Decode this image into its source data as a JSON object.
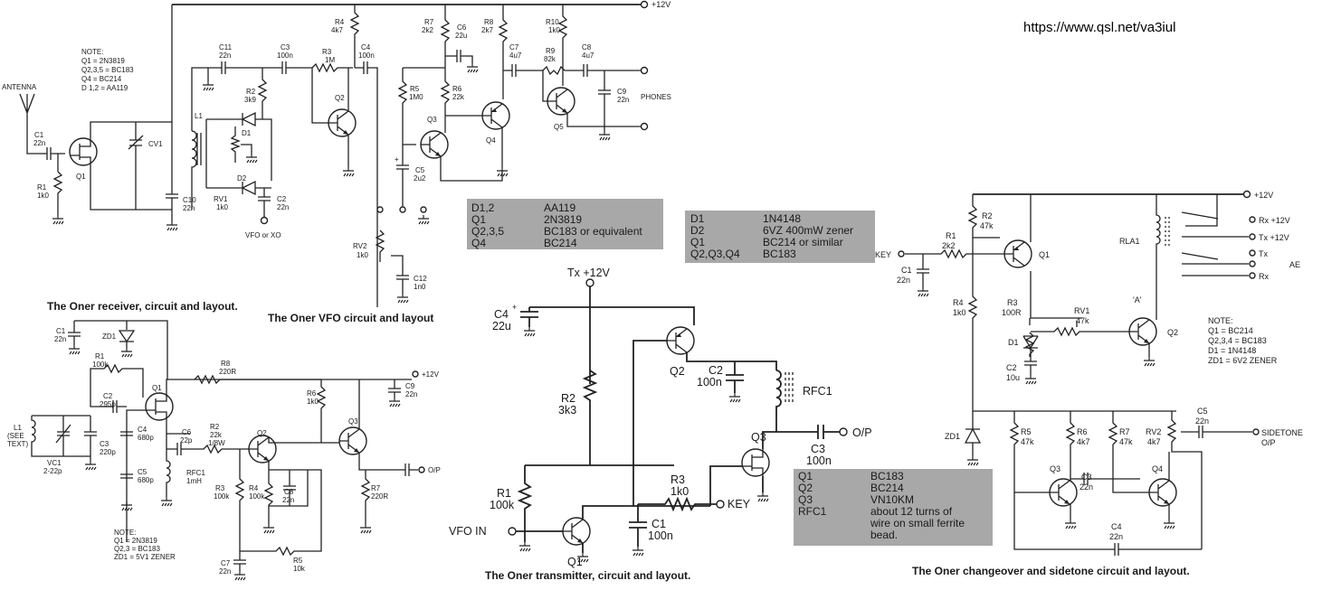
{
  "url": "https://www.qsl.net/va3iul",
  "receiver": {
    "caption": "The Oner receiver, circuit and layout.",
    "note": [
      "NOTE:",
      "Q1 = 2N3819",
      "Q2,3,5 = BC183",
      "Q4 = BC214",
      "D 1,2 = AA119"
    ],
    "antenna": "ANTENNA",
    "c1": [
      "C1",
      "22n"
    ],
    "r1": [
      "R1",
      "1k0"
    ],
    "q1": "Q1",
    "cv1": "CV1",
    "l1": "L1",
    "c10": [
      "C10",
      "22n"
    ],
    "c11": [
      "C11",
      "22n"
    ],
    "r2": [
      "R2",
      "3k9"
    ],
    "d1": "D1",
    "d2": "D2",
    "rv1": [
      "RV1",
      "1k0"
    ],
    "c2": [
      "C2",
      "22n"
    ],
    "vfo": "VFO or XO",
    "c3": [
      "C3",
      "100n"
    ],
    "r3": [
      "R3",
      "1M"
    ],
    "c4": [
      "C4",
      "100n"
    ],
    "r4": [
      "R4",
      "4k7"
    ],
    "q2": "Q2",
    "r5": [
      "R5",
      "1M0"
    ],
    "c5": [
      "C5",
      "2u2"
    ],
    "rv2": [
      "RV2",
      "1k0"
    ],
    "c12": [
      "C12",
      "1n0"
    ],
    "r7": [
      "R7",
      "2k2"
    ],
    "c6": [
      "C6",
      "22u"
    ],
    "r8": [
      "R8",
      "2k7"
    ],
    "r6": [
      "R6",
      "22k"
    ],
    "q3": "Q3",
    "q4": "Q4",
    "c7": [
      "C7",
      "4u7"
    ],
    "r10": [
      "R10",
      "1k0"
    ],
    "r9": [
      "R9",
      "82k"
    ],
    "c8": [
      "C8",
      "4u7"
    ],
    "q5": "Q5",
    "c9": [
      "C9",
      "22n"
    ],
    "phones": "PHONES",
    "supply": "+12V"
  },
  "vfo": {
    "caption": "The Oner VFO circuit and layout",
    "note": [
      "NOTE:",
      "Q1 = 2N3819",
      "Q2,3 = BC183",
      "ZD1 = 5V1 ZENER"
    ],
    "c1": [
      "C1",
      "22n"
    ],
    "zd1": "ZD1",
    "r1": [
      "R1",
      "100k"
    ],
    "q1": "Q1",
    "vc1": [
      "VC1",
      "2-22p"
    ],
    "l1": [
      "L1",
      "(SEE",
      "TEXT)"
    ],
    "c2": [
      "C2",
      "295p"
    ],
    "c3": [
      "C3",
      "220p"
    ],
    "c4": [
      "C4",
      "680p"
    ],
    "c5": [
      "C5",
      "680p"
    ],
    "c6": [
      "C6",
      "22p"
    ],
    "r2": [
      "R2",
      "22k",
      "1/8W"
    ],
    "rfc1": [
      "RFC1",
      "1mH"
    ],
    "r8": [
      "R8",
      "220R"
    ],
    "r6": [
      "R6",
      "1k0"
    ],
    "q2": "Q2",
    "q3": "Q3",
    "r3": [
      "R3",
      "100k"
    ],
    "r4": [
      "R4",
      "100k"
    ],
    "c8": [
      "C8",
      "22n"
    ],
    "r7": [
      "R7",
      "220R"
    ],
    "c9": [
      "C9",
      "22n"
    ],
    "c7": [
      "C7",
      "22n"
    ],
    "r5": [
      "R5",
      "10k"
    ],
    "supply": "+12V",
    "out": "O/P"
  },
  "table_rx": [
    [
      "D1,2",
      "AA119"
    ],
    [
      "Q1",
      "2N3819"
    ],
    [
      "Q2,3,5",
      "BC183 or equivalent"
    ],
    [
      "Q4",
      "BC214"
    ]
  ],
  "table_cs": [
    [
      "D1",
      "1N4148"
    ],
    [
      "D2",
      "6VZ 400mW zener"
    ],
    [
      "Q1",
      "BC214 or similar"
    ],
    [
      "Q2,Q3,Q4",
      "BC183"
    ]
  ],
  "table_tx": [
    [
      "Q1",
      "BC183"
    ],
    [
      "Q2",
      "BC214"
    ],
    [
      "Q3",
      "VN10KM"
    ],
    [
      "RFC1",
      "about 12 turns of"
    ],
    [
      "",
      "wire on small ferrite"
    ],
    [
      "",
      "bead."
    ]
  ],
  "transmitter": {
    "caption": "The Oner transmitter, circuit and layout.",
    "supply": "Tx +12V",
    "c4": [
      "C4",
      "22u"
    ],
    "r2": [
      "R2",
      "3k3"
    ],
    "q2": "Q2",
    "c2": [
      "C2",
      "100n"
    ],
    "rfc1": "RFC1",
    "q3": "Q3",
    "c3": [
      "C3",
      "100n"
    ],
    "out": "O/P",
    "r1": [
      "R1",
      "100k"
    ],
    "r3": [
      "R3",
      "1k0"
    ],
    "key": "KEY",
    "q1": "Q1",
    "c1": [
      "C1",
      "100n"
    ],
    "vfo_in": "VFO IN"
  },
  "changeover": {
    "caption": "The Oner changeover and sidetone circuit and layout.",
    "note": [
      "NOTE:",
      "Q1 = BC214",
      "Q2,3,4 = BC183",
      "D1 = 1N4148",
      "ZD1 = 6V2 ZENER"
    ],
    "supply": "+12V",
    "r2": [
      "R2",
      "47k"
    ],
    "r1": [
      "R1",
      "2k2"
    ],
    "key": "KEY",
    "c1": [
      "C1",
      "22n"
    ],
    "q1": "Q1",
    "rla1": "RLA1",
    "rx12": "Rx +12V",
    "tx12": "Tx +12V",
    "tx": "Tx",
    "ae": "AE",
    "rx": "Rx",
    "a": "'A'",
    "r4": [
      "R4",
      "1k0"
    ],
    "r3": [
      "R3",
      "100R"
    ],
    "rv1": [
      "RV1",
      "47k"
    ],
    "q2": "Q2",
    "d1": "D1",
    "c2": [
      "C2",
      "10u"
    ],
    "zd1": "ZD1",
    "r5": [
      "R5",
      "47k"
    ],
    "r6": [
      "R6",
      "4k7"
    ],
    "r7": [
      "R7",
      "47k"
    ],
    "rv2": [
      "RV2",
      "4k7"
    ],
    "c5": [
      "C5",
      "22n"
    ],
    "sidetone": [
      "SIDETONE",
      "O/P"
    ],
    "q3": "Q3",
    "c3": [
      "C3",
      "22n"
    ],
    "q4": "Q4",
    "c4": [
      "C4",
      "22n"
    ]
  }
}
